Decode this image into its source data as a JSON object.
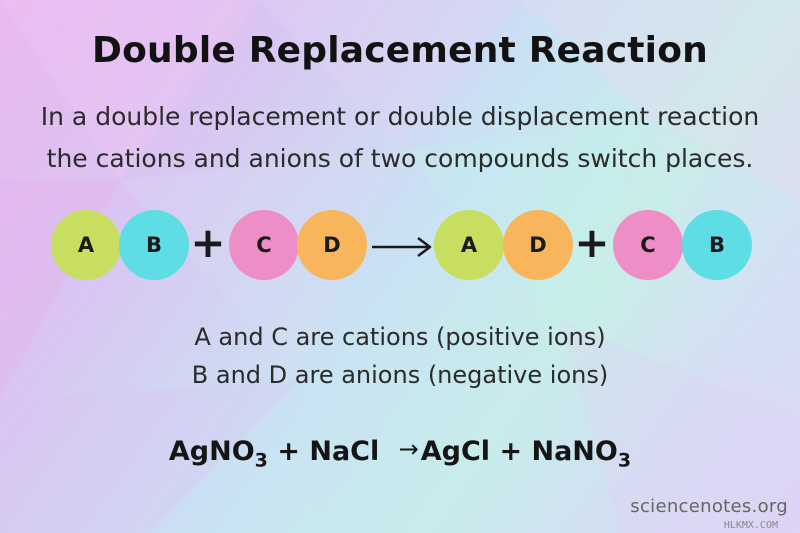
{
  "title": "Double Replacement Reaction",
  "subtitle": {
    "line1": "In a double replacement or double displacement reaction",
    "line2": "the cations and anions of two compounds switch places."
  },
  "equation": {
    "reactant1": {
      "ion1": "A",
      "ion2": "B"
    },
    "plus": "+",
    "reactant2": {
      "ion1": "C",
      "ion2": "D"
    },
    "product1": {
      "ion1": "A",
      "ion2": "D"
    },
    "product2": {
      "ion1": "C",
      "ion2": "B"
    }
  },
  "colors": {
    "A": "#c7de61",
    "B": "#5fdde4",
    "C": "#ee8ec7",
    "D": "#f9b55b"
  },
  "notes": {
    "line1": "A and C are cations (positive ions)",
    "line2": "B and D are anions (negative ions)"
  },
  "chemical_example": {
    "r1": "AgNO",
    "r1_sub": "3",
    "plus1": "+",
    "r2": "NaCl",
    "p1": "AgCl",
    "plus2": "+",
    "p2": "NaNO",
    "p2_sub": "3"
  },
  "watermark": "sciencenotes.org",
  "watermark_small": "HLKMX.COM"
}
